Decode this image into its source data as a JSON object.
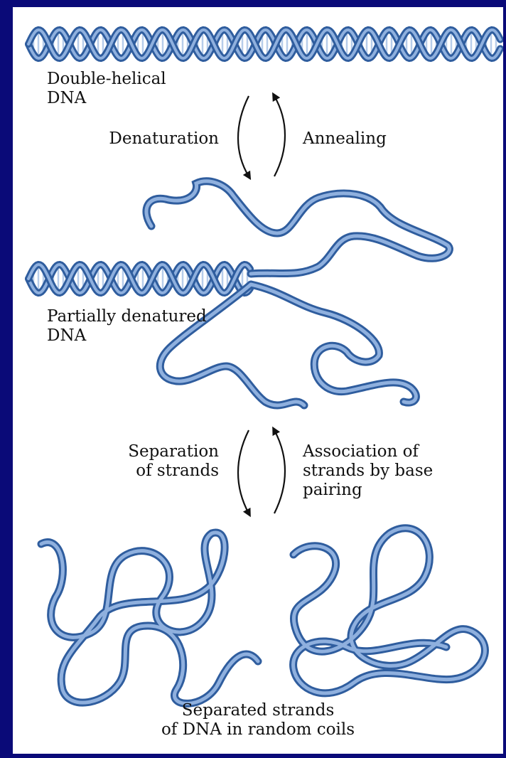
{
  "labels": {
    "double_helical": [
      "Double-helical",
      "DNA"
    ],
    "denaturation": "Denaturation",
    "annealing": "Annealing",
    "partially_denatured": [
      "Partially denatured",
      "DNA"
    ],
    "separation": [
      "Separation",
      "of strands"
    ],
    "association": [
      "Association of",
      "strands by base",
      "pairing"
    ],
    "separated": [
      "Separated strands",
      "of DNA in random coils"
    ]
  },
  "colors": {
    "border": "#0a0a78",
    "background": "#ffffff",
    "strand": "#5b86c8",
    "strand_dark": "#2f5d9e",
    "base": "#b7cdea",
    "text": "#111111"
  }
}
